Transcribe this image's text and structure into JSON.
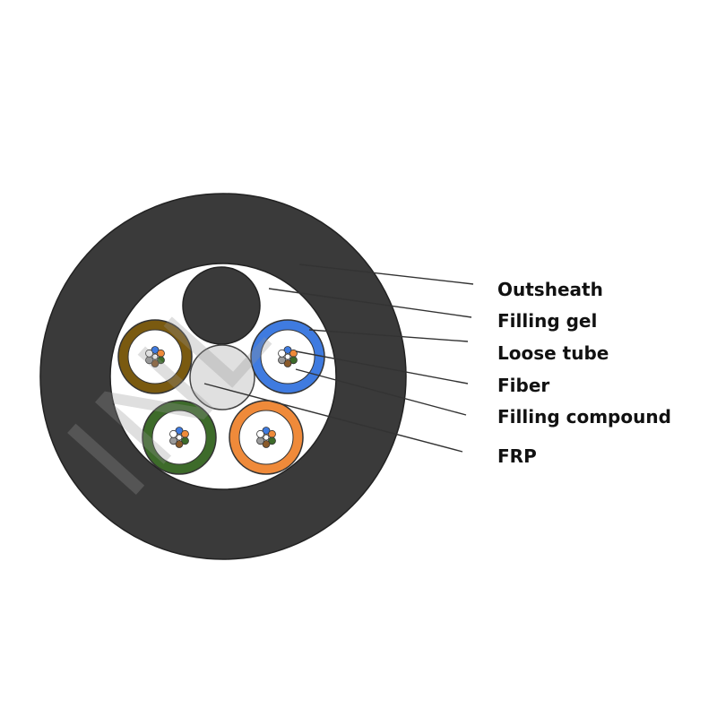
{
  "labels": {
    "outsheath": "Outsheath",
    "filling_gel": "Filling gel",
    "loose_tube": "Loose tube",
    "fiber": "Fiber",
    "filling_compound": "Filling compound",
    "frp": "FRP"
  },
  "watermark": "INL",
  "colors": {
    "outsheath": "#3a3a3a",
    "filling_gel": "#ffffff",
    "filler_rod": "#3a3a3a",
    "frp": "#e0e0e0",
    "tube_brown": "#7a5a10",
    "tube_blue": "#3f7be0",
    "tube_green": "#3d6b2a",
    "tube_orange": "#ef8a3a",
    "fiber_colors": [
      "#3f7be0",
      "#ef8a3a",
      "#3d6b2a",
      "#8a5a2a",
      "#9a9a9a",
      "#ffffff"
    ]
  },
  "loose_tubes": [
    {
      "name": "loose-tube-brown",
      "color": "#7a5a10"
    },
    {
      "name": "loose-tube-blue",
      "color": "#3f7be0"
    },
    {
      "name": "loose-tube-green",
      "color": "#3d6b2a"
    },
    {
      "name": "loose-tube-orange",
      "color": "#ef8a3a"
    }
  ]
}
